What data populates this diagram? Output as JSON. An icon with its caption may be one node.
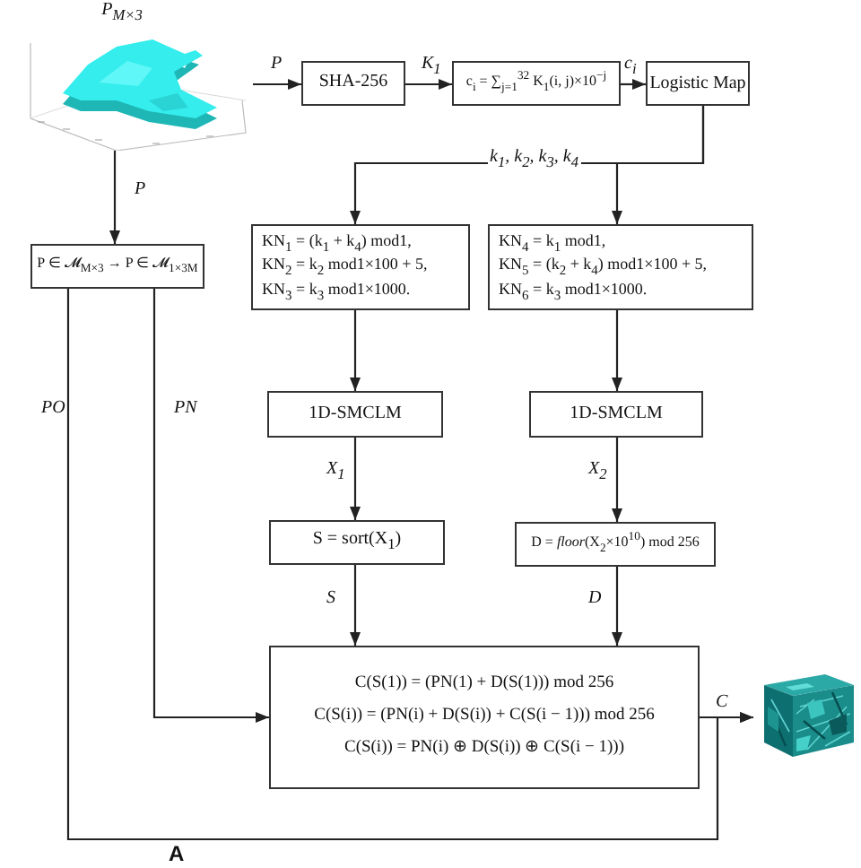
{
  "diagram": {
    "nodes": [
      {
        "text": [
          "P$_{M×3}$"
        ]
      },
      {
        "text": [
          "SHA-256"
        ]
      },
      {
        "text": [
          "c$_{i}$ = ∑$_{j=1}$$^{32}$ K$_{1}$(i, j)×10$^{−j}$"
        ]
      },
      {
        "text": [
          "Logistic Map"
        ]
      },
      {
        "text": [
          "P ∈ 𝓜$_{M×3}$ → P ∈ 𝓜$_{1×3M}$"
        ]
      },
      {
        "text": [
          "KN$_{1}$ = (k$_{1}$ + k$_{4}$) mod1,",
          "KN$_{2}$ = k$_{2}$ mod1×100 + 5,",
          "KN$_{3}$ = k$_{3}$ mod1×1000."
        ]
      },
      {
        "text": [
          "KN$_{4}$ = k$_{1}$ mod1,",
          "KN$_{5}$ = (k$_{2}$ + k$_{4}$) mod1×100 + 5,",
          "KN$_{6}$ = k$_{3}$ mod1×1000."
        ]
      },
      {
        "text": [
          "1D-SMCLM"
        ]
      },
      {
        "text": [
          "1D-SMCLM"
        ]
      },
      {
        "text": [
          "S = sort(X$_{1}$)"
        ]
      },
      {
        "text": [
          "D = *floor*(X$_{2}$×10$^{10}$) mod 256"
        ]
      },
      {
        "text": [
          "C(S(1)) = (PN(1) + D(S(1))) mod 256",
          "C(S(i)) = (PN(i) + D(S(i)) + C(S(i − 1))) mod 256",
          "C(S(i)) = PN(i) ⊕ D(S(i)) ⊕ C(S(i − 1)))"
        ]
      },
      {
        "text": [],
        "shape": "picture"
      }
    ],
    "edges": [
      {
        "from": 0,
        "to": 1,
        "arrow": "to",
        "label": "P"
      },
      {
        "from": 1,
        "to": 2,
        "arrow": "to",
        "label": "K$_{1}$"
      },
      {
        "from": 2,
        "to": 3,
        "arrow": "to",
        "label": "c$_{i}$"
      },
      {
        "from": 3,
        "to": 5,
        "arrow": "to",
        "label": "k$_{1}$, k$_{2}$, k$_{3}$, k$_{4}$"
      },
      {
        "from": 3,
        "to": 6,
        "arrow": "to"
      },
      {
        "from": 0,
        "to": 4,
        "arrow": "to",
        "label": "P"
      },
      {
        "from": 5,
        "to": 7,
        "arrow": "to"
      },
      {
        "from": 6,
        "to": 8,
        "arrow": "to"
      },
      {
        "from": 7,
        "to": 9,
        "arrow": "to",
        "label": "X$_{1}$"
      },
      {
        "from": 8,
        "to": 10,
        "arrow": "to",
        "label": "X$_{2}$"
      },
      {
        "from": 9,
        "to": 11,
        "arrow": "to",
        "label": "S"
      },
      {
        "from": 10,
        "to": 11,
        "arrow": "to",
        "label": "D"
      },
      {
        "from": 4,
        "to": 11,
        "arrow": "to",
        "label": "PN"
      },
      {
        "from": 4,
        "to": 12,
        "arrow": "to",
        "label": "PO"
      },
      {
        "from": 11,
        "to": 12,
        "arrow": "to",
        "label": "C"
      }
    ],
    "labels": [
      "A"
    ]
  }
}
